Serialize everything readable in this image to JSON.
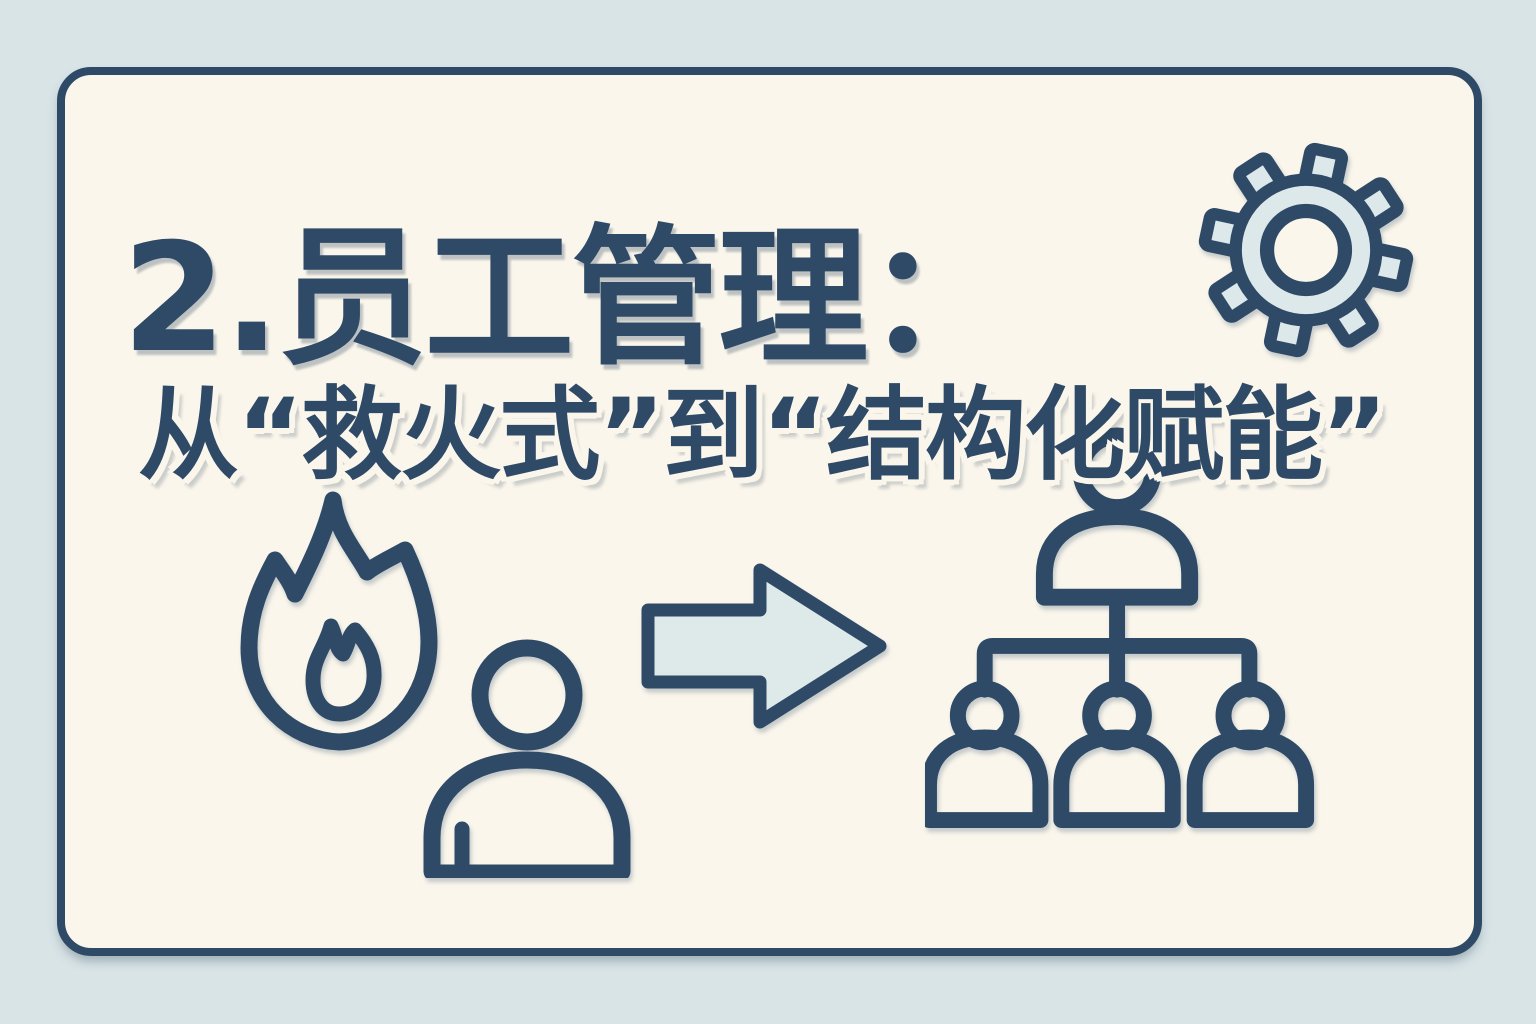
{
  "header": {
    "title": "2.员工管理：",
    "subtitle": "从“救火式”到“结构化赋能”"
  },
  "illustration": {
    "left_icon": "flame-with-person",
    "center_icon": "arrow-right",
    "right_icon": "org-chart-of-four-people",
    "corner_icon": "gear"
  },
  "colors": {
    "outer_background": "#d8e4e6",
    "card_background": "#faf6ec",
    "ink_navy": "#2e4a66",
    "icon_fill_light": "#dde9eb"
  }
}
